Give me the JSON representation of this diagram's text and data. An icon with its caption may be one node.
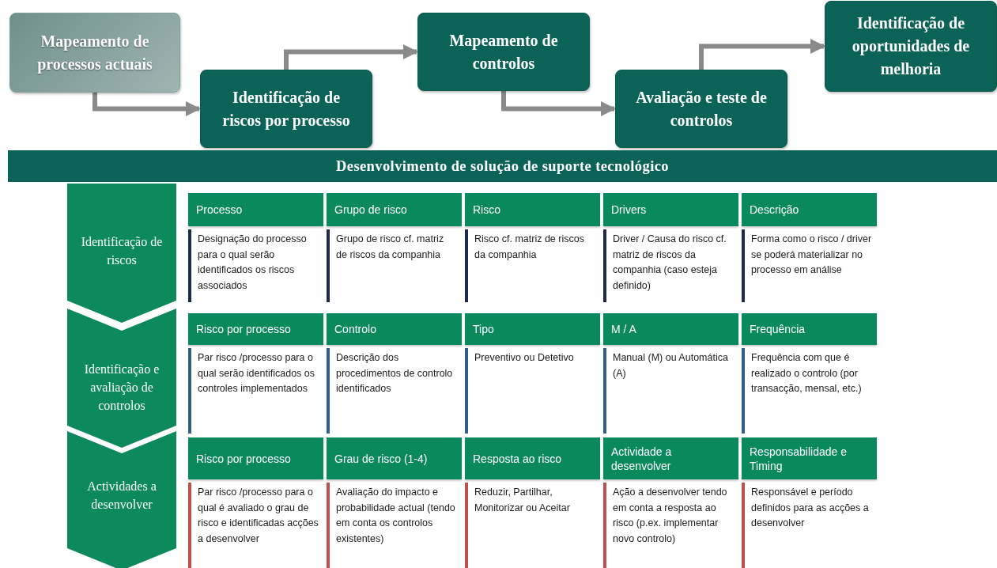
{
  "diagram": {
    "nodes": [
      {
        "text": [
          "Mapeamento de processos actuais"
        ]
      },
      {
        "text": [
          "Identificação de riscos  por processo"
        ]
      },
      {
        "text": [
          "Mapeamento de controlos"
        ]
      },
      {
        "text": [
          "Avaliação e teste de controlos"
        ]
      },
      {
        "text": [
          "Identificação de oportunidades de melhoria"
        ]
      },
      {
        "text": [
          "Desenvolvimento de solução de suporte tecnológico"
        ]
      },
      {
        "text": [
          "Identificação de riscos"
        ]
      },
      {
        "text": [
          "Identificação e avaliação de controlos"
        ]
      },
      {
        "text": [
          "Actividades a desenvolver"
        ]
      }
    ],
    "edges": [
      {
        "from": 0,
        "to": 1,
        "arrow": "to"
      },
      {
        "from": 1,
        "to": 2,
        "arrow": "to"
      },
      {
        "from": 2,
        "to": 3,
        "arrow": "to"
      },
      {
        "from": 3,
        "to": 4,
        "arrow": "to"
      }
    ],
    "labels": [
      "Processo",
      "Grupo de risco",
      "Risco",
      "Drivers",
      "Descrição",
      "Designação do processo para o qual serão identificados os riscos associados",
      "Grupo de risco cf. matriz de riscos da companhia",
      "Risco cf. matriz de riscos da companhia",
      "Driver / Causa do risco cf. matriz de riscos da companhia (caso esteja definido)",
      "Forma como o risco / driver se poderá materializar no processo em análise",
      "Risco por processo",
      "Controlo",
      "Tipo",
      "M / A",
      "Frequência",
      "Par risco /processo para o qual serão identificados os controles implementados",
      "Descrição dos procedimentos de controlo identificados",
      "Preventivo ou Detetivo",
      "Manual (M) ou Automática (A)",
      "Frequência com que é realizado o controlo (por transacção, mensal, etc.)",
      "Risco por processo",
      "Grau de risco (1-4)",
      "Resposta ao risco",
      "Actividade a desenvolver",
      "Responsabilidade e Timing",
      "Par risco /processo para o qual é avaliado o grau de risco e identificadas acções a desenvolver",
      "Avaliação do impacto e probabilidade actual (tendo em conta os controlos existentes)",
      "Reduzir, Partilhar, Monitorizar ou Aceitar",
      "Ação a desenvolver tendo em conta a resposta ao risco (p.ex. implementar novo controlo)",
      "Responsável e período definidos para as acções a desenvolver"
    ]
  }
}
